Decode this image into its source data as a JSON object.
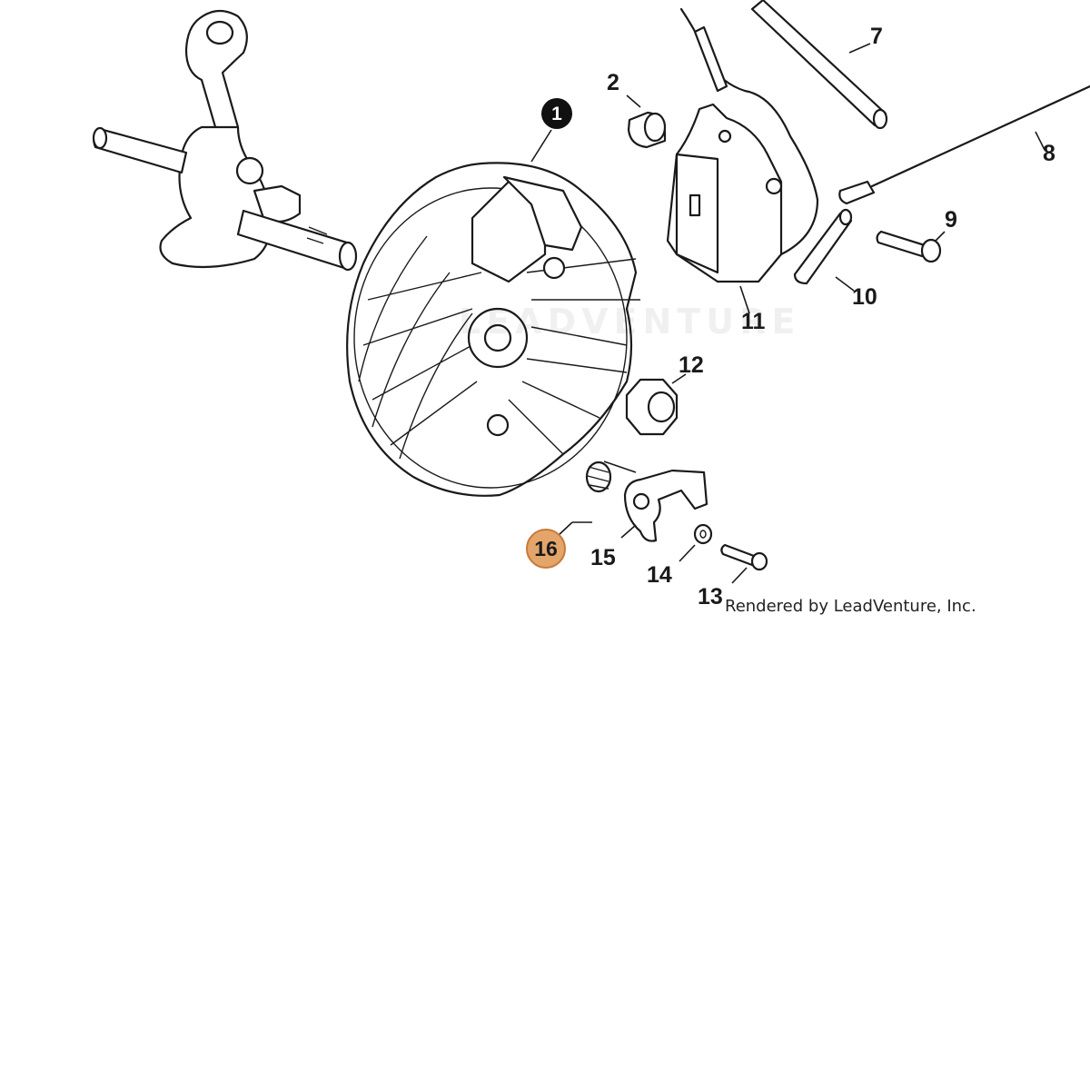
{
  "diagram": {
    "watermark": "LEADVENTURE",
    "credit": "Rendered by LeadVenture, Inc.",
    "colors": {
      "highlight_fill": "#e3a56a",
      "highlight_border": "#c77a3a",
      "line": "#1a1a1a"
    },
    "callouts": [
      {
        "id": "1",
        "style": "dark-badge"
      },
      {
        "id": "2",
        "style": "plain"
      },
      {
        "id": "7",
        "style": "plain"
      },
      {
        "id": "8",
        "style": "plain"
      },
      {
        "id": "9",
        "style": "plain"
      },
      {
        "id": "10",
        "style": "plain"
      },
      {
        "id": "11",
        "style": "plain"
      },
      {
        "id": "12",
        "style": "plain"
      },
      {
        "id": "13",
        "style": "plain"
      },
      {
        "id": "14",
        "style": "plain"
      },
      {
        "id": "15",
        "style": "plain"
      },
      {
        "id": "16",
        "style": "highlighted-badge"
      }
    ]
  }
}
